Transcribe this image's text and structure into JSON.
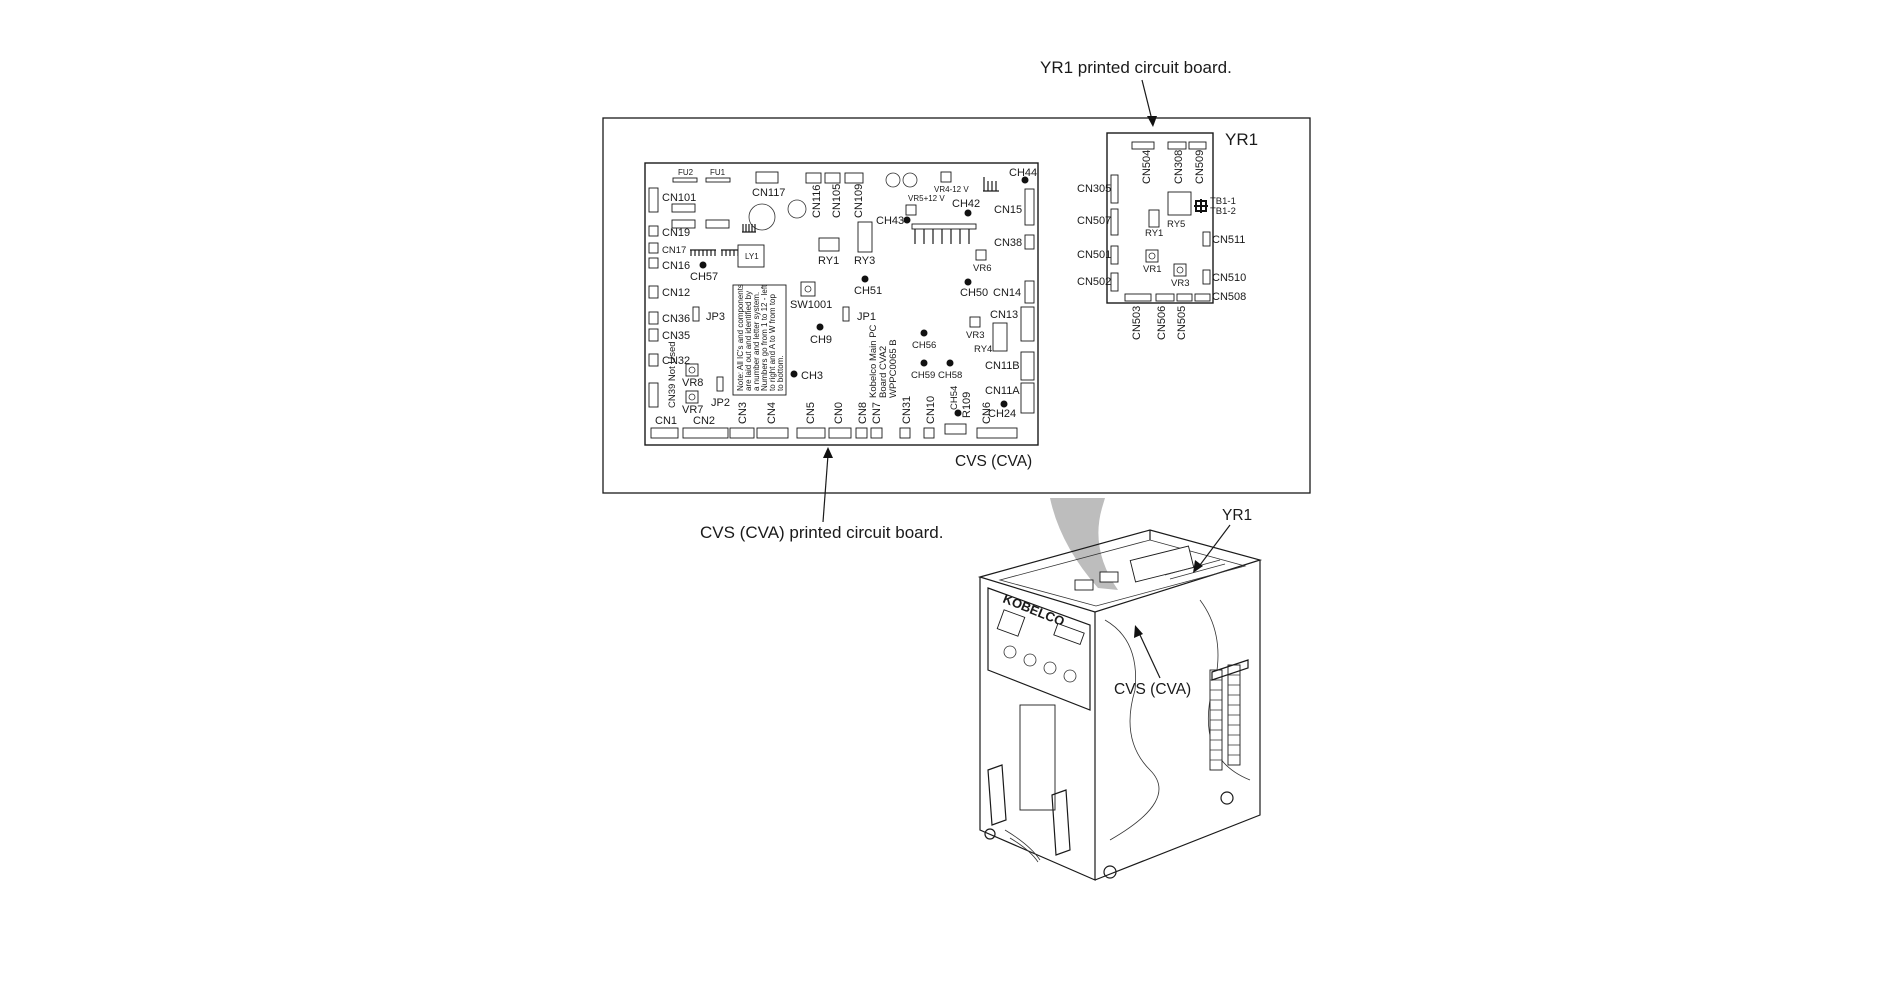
{
  "yr1_board": {
    "callout": "YR1 printed circuit board.",
    "title": "YR1",
    "connectors": {
      "top": [
        "CN504",
        "CN308",
        "CN509"
      ],
      "left": [
        "CN305",
        "CN507",
        "CN501",
        "CN502"
      ],
      "right": [
        "TB1-1",
        "TB1-2",
        "CN511",
        "CN510",
        "CN508"
      ],
      "bottom": [
        "CN503",
        "CN506",
        "CN505"
      ]
    },
    "components": [
      "RY1",
      "RY5",
      "VR1",
      "VR3"
    ]
  },
  "cvs_board": {
    "callout": "CVS (CVA) printed circuit board.",
    "title": "CVS (CVA)",
    "left_connectors": [
      "CN101",
      "CN19",
      "CN17",
      "CN16",
      "CN12",
      "CN36",
      "CN35",
      "CN32",
      "CN39 Not Used"
    ],
    "bottom_connectors": [
      "CN1",
      "CN2",
      "CN3",
      "CN4",
      "CN5",
      "CN0",
      "CN8",
      "CN7",
      "CN31",
      "CN10",
      "R109",
      "CN6"
    ],
    "top_connectors": [
      "FU2",
      "FU1",
      "CN117",
      "CN116",
      "CN105",
      "CN109"
    ],
    "right_connectors": [
      "CN15",
      "CN38",
      "CN14",
      "CN13",
      "CN11B",
      "CN11A"
    ],
    "test_points": [
      "CH44",
      "CH42",
      "CH43",
      "CH57",
      "CH51",
      "CH50",
      "CH9",
      "CH56",
      "CH3",
      "CH59",
      "CH58",
      "CH54",
      "CH24"
    ],
    "components": [
      "LY1",
      "RY1",
      "RY3",
      "SW1001",
      "JP1",
      "JP3",
      "JP2",
      "VR8",
      "VR7",
      "VR6",
      "VR3",
      "RY4",
      "VR5+12 V",
      "VR4-12 V"
    ],
    "note": [
      "Note: All IC's and components",
      "are laid out and identified by",
      "a number and letter system.",
      "Numbers go from 1 to 12 - left",
      "to right and A to W from top",
      "to bottom."
    ],
    "board_id": [
      "Kobelco Main PC",
      "Board CVA2",
      "WPPC0065 B"
    ]
  },
  "machine": {
    "label_yr1": "YR1",
    "label_cvs": "CVS (CVA)",
    "brand": "KOBELCO"
  }
}
